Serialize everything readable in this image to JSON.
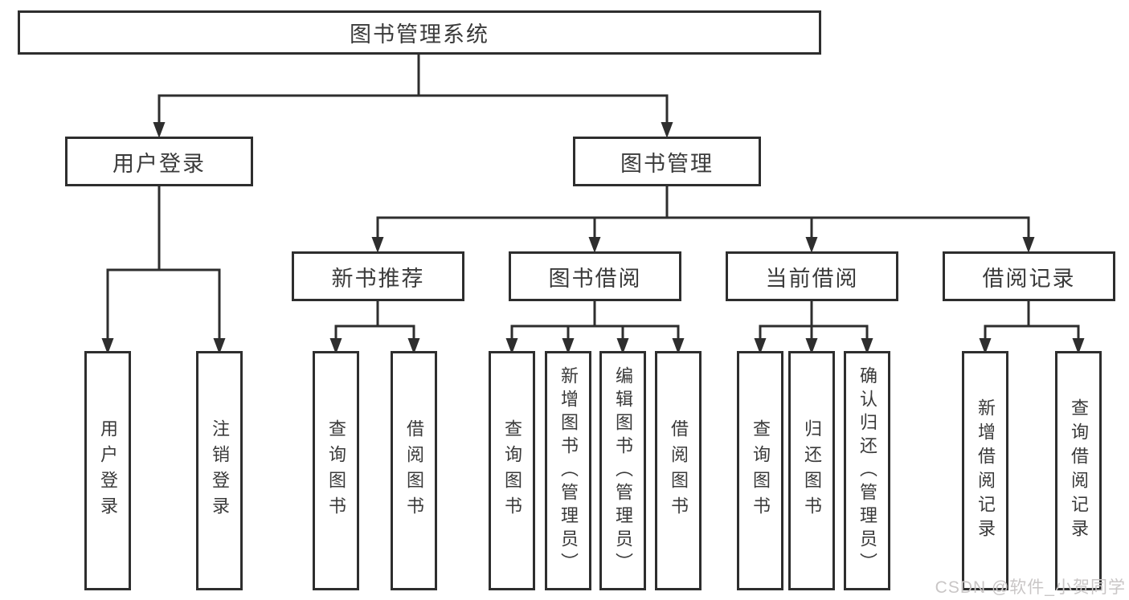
{
  "diagram": {
    "root": {
      "label": "图书管理系统"
    },
    "level2": [
      {
        "id": "user-login",
        "label": "用户登录"
      },
      {
        "id": "book-management",
        "label": "图书管理"
      }
    ],
    "level3": [
      {
        "id": "new-book-recommend",
        "label": "新书推荐"
      },
      {
        "id": "book-borrow",
        "label": "图书借阅"
      },
      {
        "id": "current-borrow",
        "label": "当前借阅"
      },
      {
        "id": "borrow-records",
        "label": "借阅记录"
      }
    ],
    "leaves": {
      "userLogin": [
        "用户登录",
        "注销登录"
      ],
      "newBook": [
        "查询图书",
        "借阅图书"
      ],
      "bookBorrow": [
        "查询图书",
        "新增图书（管理员）",
        "编辑图书（管理员）",
        "借阅图书"
      ],
      "currentBorrow": [
        "查询图书",
        "归还图书",
        "确认归还（管理员）"
      ],
      "borrowRecords": [
        "新增借阅记录",
        "查询借阅记录"
      ]
    },
    "watermark": "CSDN @软件_小贺同学",
    "colors": {
      "line": "#2e2e2e",
      "text": "#3a3a3a",
      "background": "#ffffff",
      "watermark": "#c9c6c6"
    }
  }
}
